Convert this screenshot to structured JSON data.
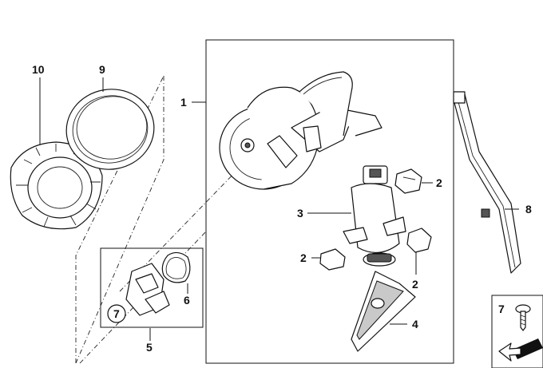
{
  "callouts": {
    "p1": "1",
    "p2a": "2",
    "p2b": "2",
    "p2c": "2",
    "p3": "3",
    "p4": "4",
    "p5": "5",
    "p6": "6",
    "p7_circle": "7",
    "p7_legend": "7",
    "p8": "8",
    "p9": "9",
    "p10": "10"
  }
}
